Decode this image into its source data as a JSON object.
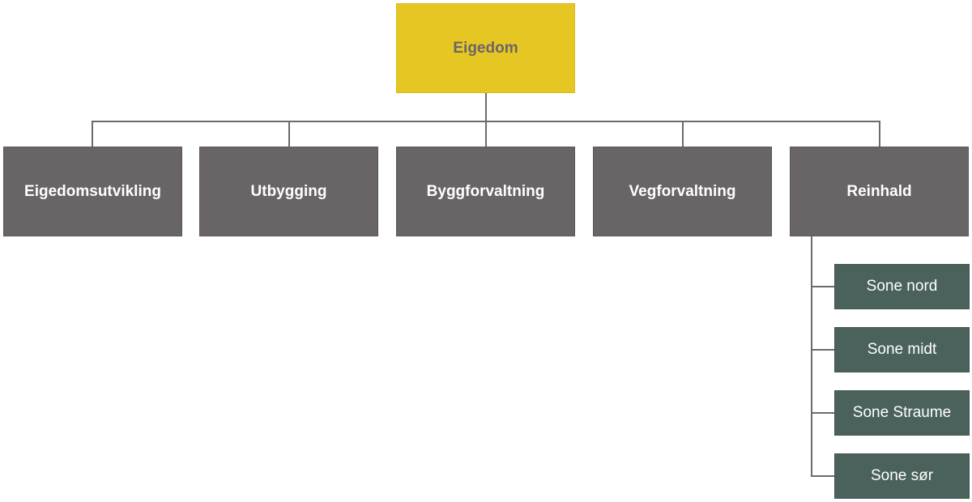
{
  "root": {
    "label": "Eigedom"
  },
  "departments": [
    {
      "label": "Eigedomsutvikling"
    },
    {
      "label": "Utbygging"
    },
    {
      "label": "Byggforvaltning"
    },
    {
      "label": "Vegforvaltning"
    },
    {
      "label": "Reinhald"
    }
  ],
  "zones": [
    {
      "label": "Sone nord"
    },
    {
      "label": "Sone midt"
    },
    {
      "label": "Sone Straume"
    },
    {
      "label": "Sone sør"
    }
  ],
  "colors": {
    "root_fill": "#e5c622",
    "department_fill": "#696466",
    "zone_fill": "#4a625b",
    "connector": "#6b6b6b"
  }
}
